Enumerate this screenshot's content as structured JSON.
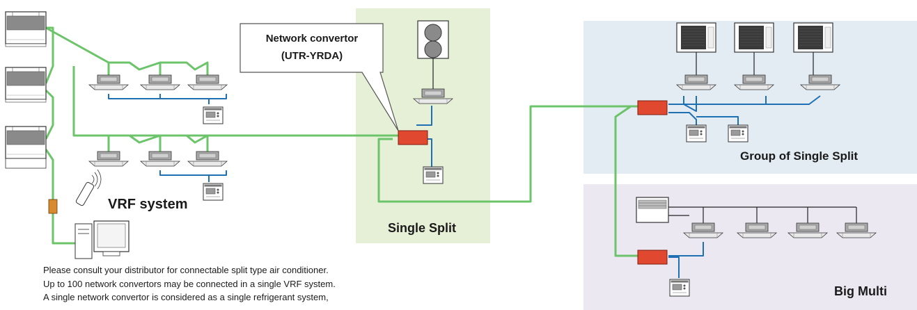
{
  "callout": {
    "line1": "Network convertor",
    "line2": "(UTR-YRDA)"
  },
  "regions": {
    "vrf_label": "VRF system",
    "single_split_label": "Single Split",
    "group_label": "Group of Single Split",
    "big_multi_label": "Big Multi"
  },
  "notes": [
    "Please consult your distributor for connectable split type air conditioner.",
    "Up to 100 network convertors may be connected in a single VRF system.",
    "A single network convertor is considered as a single refrigerant system,"
  ],
  "colors": {
    "signal_line": "#6cc46a",
    "refrigerant_line": "#1f6fb3",
    "convertor": "#e0492f",
    "single_split_bg": "#e6f0d6",
    "group_bg": "#e3ebf3",
    "big_multi_bg": "#ebe8f2"
  },
  "icons": [
    "outdoor-unit-icon",
    "cassette-unit-icon",
    "wired-remote-icon",
    "wireless-remote-icon",
    "computer-icon",
    "network-convertor-icon"
  ]
}
